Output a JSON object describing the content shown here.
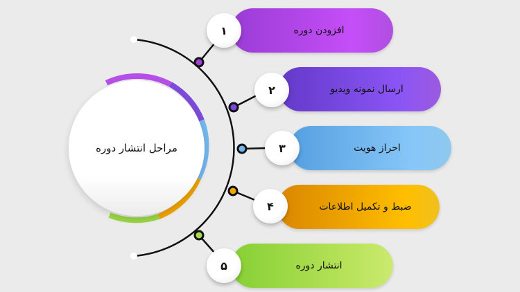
{
  "title": "مراحل انتشار دوره",
  "steps": [
    {
      "number": "۱",
      "label": "افزودن دوره",
      "color_from": "#a23fd8",
      "color_to": "#c54ef8"
    },
    {
      "number": "۲",
      "label": "ارسال نمونه ویدیو",
      "color_from": "#6a3fd0",
      "color_to": "#8b55f5"
    },
    {
      "number": "۳",
      "label": "احراز هویت",
      "color_from": "#5ea8e6",
      "color_to": "#86c6f8"
    },
    {
      "number": "۴",
      "label": "ضبط و تکمیل اطلاعات",
      "color_from": "#e29000",
      "color_to": "#ffbf00"
    },
    {
      "number": "۵",
      "label": "انتشار دوره",
      "color_from": "#8ed43a",
      "color_to": "#c8ea6a"
    }
  ]
}
